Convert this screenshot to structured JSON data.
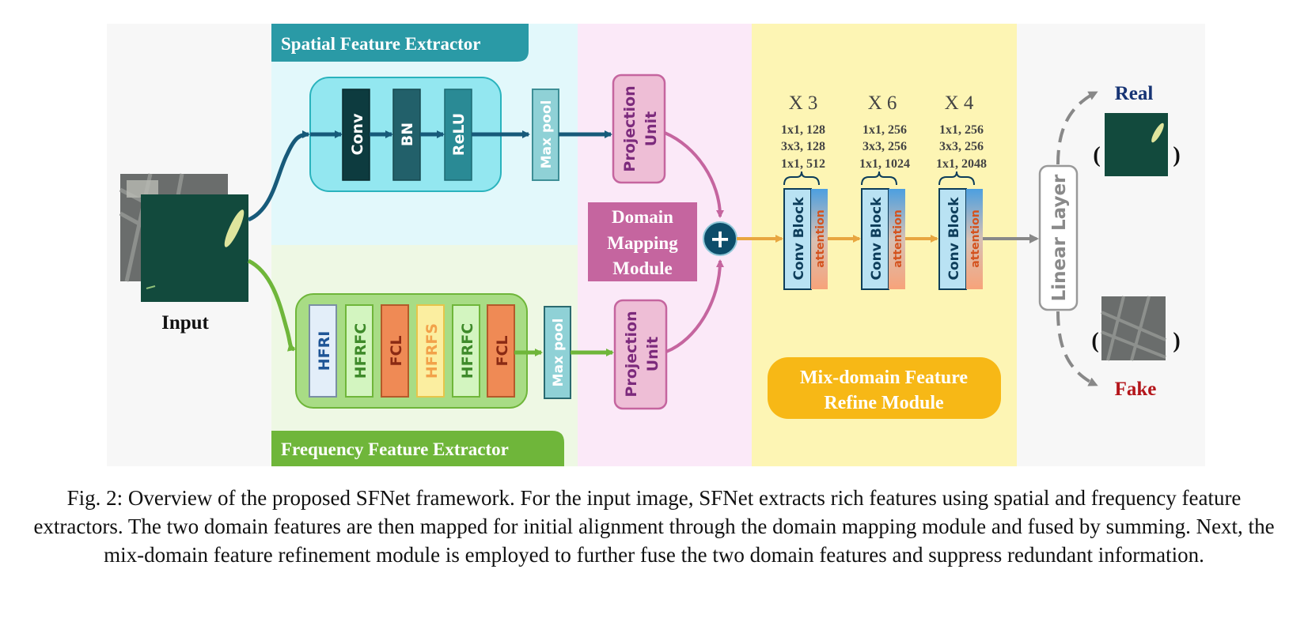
{
  "sections": {
    "spatial_title": "Spatial Feature Extractor",
    "frequency_title": "Frequency Feature Extractor",
    "domain_mapping": [
      "Domain",
      "Mapping",
      "Module"
    ],
    "refine_module": [
      "Mix-domain Feature",
      "Refine Module"
    ]
  },
  "input": {
    "label": "Input"
  },
  "spatial_branch": {
    "blocks": [
      "Conv",
      "BN",
      "ReLU"
    ],
    "pool": "Max pool"
  },
  "frequency_branch": {
    "blocks": [
      "HFRI",
      "HFRFC",
      "FCL",
      "HFRFS",
      "HFRFC",
      "FCL"
    ],
    "pool": "Max pool"
  },
  "projection": {
    "line1": "Projection",
    "line2": "Unit"
  },
  "fusion": {
    "symbol": "+"
  },
  "stages": [
    {
      "repeat": "X 3",
      "specs": [
        "1x1, 128",
        "3x3, 128",
        "1x1, 512"
      ]
    },
    {
      "repeat": "X 6",
      "specs": [
        "1x1, 256",
        "3x3, 256",
        "1x1, 1024"
      ]
    },
    {
      "repeat": "X 4",
      "specs": [
        "1x1, 256",
        "3x3, 256",
        "1x1, 2048"
      ]
    }
  ],
  "conv_block": {
    "label": "Conv Block",
    "attention": "attention"
  },
  "linear_layer": "Linear Layer",
  "outputs": {
    "real": "Real",
    "fake": "Fake",
    "open_paren": "(",
    "close_paren": ")"
  },
  "colors": {
    "spatial_bg": "#e2f8fb",
    "frequency_bg": "#eef8e4",
    "mapping_bg": "#fbe9f8",
    "refine_bg": "#fdf5b4",
    "spatial_accent": "#2a9aa6",
    "frequency_accent": "#6fb63a",
    "mapping_accent": "#c5659f",
    "refine_accent": "#f7b816",
    "real": "#173474",
    "fake": "#b4161b"
  },
  "caption": "Fig. 2: Overview of the proposed SFNet framework. For the input image, SFNet extracts rich features using spatial and frequency feature extractors. The two domain features are then mapped for initial alignment through the domain mapping module and fused by summing. Next, the mix-domain feature refinement module is employed to further fuse the two domain features and suppress redundant information."
}
